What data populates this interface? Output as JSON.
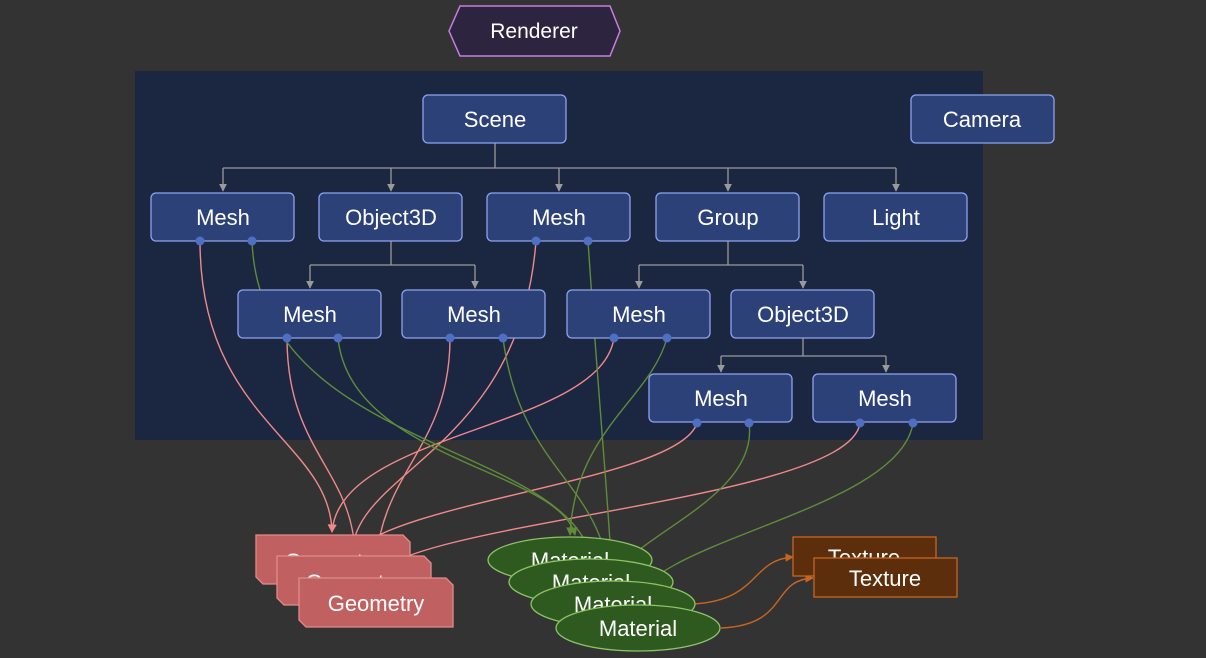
{
  "colors": {
    "background": "#333333",
    "scene_panel": "#1b2641",
    "node_fill": "#2c4177",
    "node_stroke": "#8ea2f0",
    "node_text": "#ffffff",
    "tree_edge": "#9a9a9a",
    "port": "#4f6fc3",
    "geometry_edge": "#f08a8a",
    "material_edge": "#5f8c3a",
    "texture_edge": "#c8661e",
    "renderer_fill": "#2d2440",
    "renderer_stroke": "#c77ee0",
    "geometry_fill": "#c06060",
    "geometry_stroke": "#e38b8b",
    "material_fill": "#2f5a1f",
    "material_stroke": "#8cc466",
    "texture_fill": "#5c2e0c",
    "texture_stroke": "#c8661e"
  },
  "renderer": {
    "label": "Renderer"
  },
  "camera": {
    "label": "Camera"
  },
  "scene": {
    "label": "Scene"
  },
  "level1": [
    {
      "label": "Mesh"
    },
    {
      "label": "Object3D"
    },
    {
      "label": "Mesh"
    },
    {
      "label": "Group"
    },
    {
      "label": "Light"
    }
  ],
  "level2": [
    {
      "label": "Mesh"
    },
    {
      "label": "Mesh"
    },
    {
      "label": "Mesh"
    },
    {
      "label": "Object3D"
    }
  ],
  "level3": [
    {
      "label": "Mesh"
    },
    {
      "label": "Mesh"
    }
  ],
  "geometry_stack": [
    "Geometry",
    "Geometry",
    "Geometry"
  ],
  "material_stack": [
    "Material",
    "Material",
    "Material",
    "Material"
  ],
  "texture_stack": [
    "Texture",
    "Texture"
  ]
}
